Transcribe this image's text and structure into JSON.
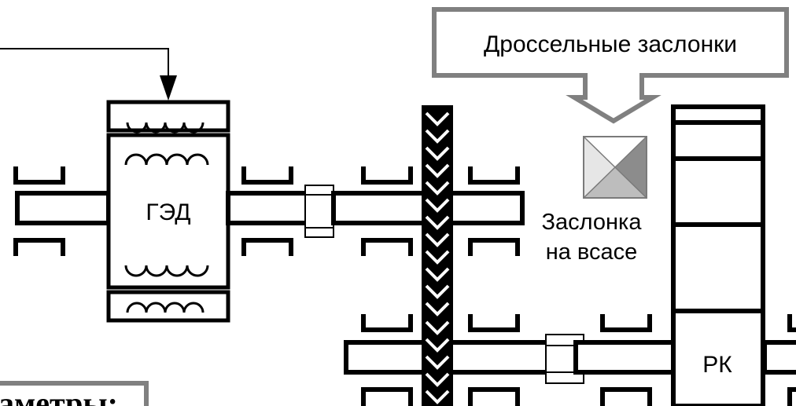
{
  "callout": {
    "label": "Дроссельные заслонки"
  },
  "motor": {
    "label": "ГЭД"
  },
  "damper": {
    "label_line1": "Заслонка",
    "label_line2": "на всасе",
    "colors": {
      "top": "#ffffff",
      "left": "#e6e6e6",
      "right": "#8c8c8c",
      "bottom": "#bdbdbd"
    }
  },
  "compressor": {
    "label": "РК"
  },
  "params_box": {
    "label": "аметры:"
  },
  "colors": {
    "stroke": "#000000",
    "callout_border": "#808080",
    "background": "#ffffff"
  }
}
